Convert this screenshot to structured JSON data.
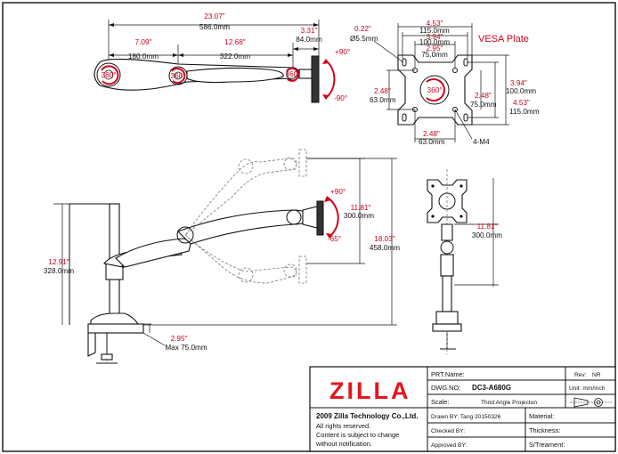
{
  "dims_top": {
    "total_in": "23.07\"",
    "total_mm": "586.0mm",
    "seg1_in": "7.09\"",
    "seg1_mm": "180.0mm",
    "seg2_in": "12.68\"",
    "seg2_mm": "322.0mm",
    "seg3_in": "3.31\"",
    "seg3_mm": "84.0mm",
    "rot_main": "360°",
    "rot_joint": "360°",
    "rot_joint2": "360°",
    "tilt_up": "+90°",
    "tilt_down": "-90°"
  },
  "vesa": {
    "title": "VESA Plate",
    "hole_in": "0.22\"",
    "hole_mm": "Ø5.5mm",
    "w1_in": "4.53\"",
    "w1_mm": "115.0mm",
    "w2_in": "3.94\"",
    "w2_mm": "100.0mm",
    "w3_in": "2.95\"",
    "w3_mm": "75.0mm",
    "h_right1_in": "3.94\"",
    "h_right1_mm": "100.0mm",
    "h_right2_in": "4.53\"",
    "h_right2_mm": "115.0mm",
    "h_inner_in": "2.48\"",
    "h_inner_mm": "75.0mm",
    "h_left_in": "2.48\"",
    "h_left_mm": "63.0mm",
    "bottom_in": "2.48\"",
    "bottom_mm": "63.0mm",
    "screw": "4-M4",
    "rot": "360°"
  },
  "side_view": {
    "pole_in": "12.91\"",
    "pole_mm": "328.0mm",
    "travel_in": "11.81\"",
    "travel_mm": "300.0mm",
    "total_in": "18.03\"",
    "total_mm": "458.0mm",
    "clamp_in": "2.95\"",
    "clamp_mm": "Max 75.0mm",
    "tilt_up": "+90°",
    "tilt_down": "-65°"
  },
  "front_view": {
    "travel_in": "11.81\"",
    "travel_mm": "300.0mm"
  },
  "title_block": {
    "logo": "ZILLA",
    "copyright": "2009 Zilla Technology Co.,Ltd.",
    "rights": "All rights reserved.",
    "notice1": "Content is subject to change",
    "notice2": "without notification.",
    "part_name_label": "PRT.Name:",
    "rev_label": "Rev:",
    "rev_value": "NR",
    "dwg_label": "DWG.NO:",
    "dwg_value": "DC3-A680G",
    "unit_label": "Unit: mm/inch",
    "scale_label": "Scale:",
    "projection": "Thrid Angle Projecton",
    "drawn_by": "Drawn BY:  Tang  20150326",
    "material_label": "Material:",
    "checked_by": "Checked BY:",
    "thickness_label": "Thickness:",
    "approved_by": "Approved BY:",
    "treatment_label": "S/Treament:"
  }
}
